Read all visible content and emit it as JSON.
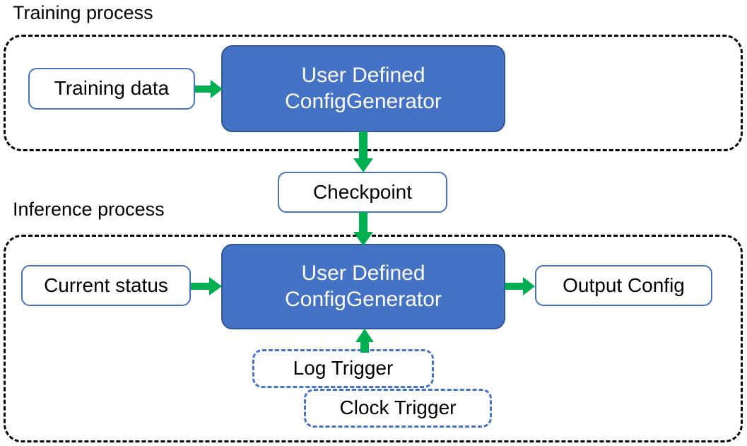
{
  "diagram": {
    "title_visible": false,
    "colors": {
      "primary_blue": "#4472C4",
      "primary_blue_border": "#2F5597",
      "arrow_green": "#00B050",
      "container_dash": "#000000",
      "box_text": "#000000",
      "primary_text": "#FFFFFF",
      "background": "#FFFFFF"
    },
    "sections": [
      {
        "id": "training",
        "label": "Training process"
      },
      {
        "id": "inference",
        "label": "Inference process"
      }
    ],
    "nodes": [
      {
        "id": "training-data",
        "label": "Training data",
        "style": "plain",
        "section": "training"
      },
      {
        "id": "train-generator",
        "label_line1": "User Defined",
        "label_line2": "ConfigGenerator",
        "style": "primary",
        "section": "training"
      },
      {
        "id": "checkpoint",
        "label": "Checkpoint",
        "style": "plain",
        "section": "between"
      },
      {
        "id": "current-status",
        "label": "Current status",
        "style": "plain",
        "section": "inference"
      },
      {
        "id": "infer-generator",
        "label_line1": "User Defined",
        "label_line2": "ConfigGenerator",
        "style": "primary",
        "section": "inference"
      },
      {
        "id": "output-config",
        "label": "Output Config",
        "style": "plain",
        "section": "inference"
      },
      {
        "id": "log-trigger",
        "label": "Log Trigger",
        "style": "trigger",
        "section": "inference"
      },
      {
        "id": "clock-trigger",
        "label": "Clock Trigger",
        "style": "trigger",
        "section": "inference"
      }
    ],
    "arrows": [
      {
        "id": "training-data-to-generator",
        "from": "training-data",
        "to": "train-generator",
        "direction": "right"
      },
      {
        "id": "generator-to-checkpoint",
        "from": "train-generator",
        "to": "checkpoint",
        "direction": "down"
      },
      {
        "id": "checkpoint-to-generator",
        "from": "checkpoint",
        "to": "infer-generator",
        "direction": "down"
      },
      {
        "id": "status-to-generator",
        "from": "current-status",
        "to": "infer-generator",
        "direction": "right"
      },
      {
        "id": "generator-to-output",
        "from": "infer-generator",
        "to": "output-config",
        "direction": "right"
      },
      {
        "id": "trigger-to-generator",
        "from": "log-trigger",
        "to": "infer-generator",
        "direction": "up"
      }
    ]
  }
}
